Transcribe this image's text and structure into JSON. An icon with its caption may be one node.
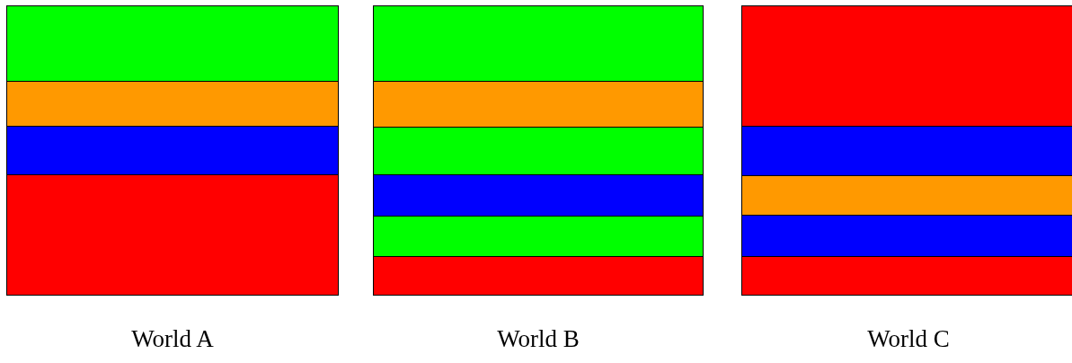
{
  "diagram": {
    "nodes": [
      {
        "text": [
          "World A"
        ]
      },
      {
        "text": [],
        "shape": "bar",
        "in": 0
      },
      {
        "text": [],
        "shape": "bar",
        "in": 0
      },
      {
        "text": [],
        "shape": "bar",
        "in": 0
      },
      {
        "text": [],
        "shape": "bar",
        "in": 0
      },
      {
        "text": [
          "World B"
        ]
      },
      {
        "text": [],
        "shape": "bar",
        "in": 5
      },
      {
        "text": [],
        "shape": "bar",
        "in": 5
      },
      {
        "text": [],
        "shape": "bar",
        "in": 5
      },
      {
        "text": [],
        "shape": "bar",
        "in": 5
      },
      {
        "text": [],
        "shape": "bar",
        "in": 5
      },
      {
        "text": [],
        "shape": "bar",
        "in": 5
      },
      {
        "text": [
          "World C"
        ]
      },
      {
        "text": [],
        "shape": "bar",
        "in": 12
      },
      {
        "text": [],
        "shape": "bar",
        "in": 12
      },
      {
        "text": [],
        "shape": "bar",
        "in": 12
      },
      {
        "text": [],
        "shape": "bar",
        "in": 12
      },
      {
        "text": [],
        "shape": "bar",
        "in": 12
      }
    ]
  }
}
